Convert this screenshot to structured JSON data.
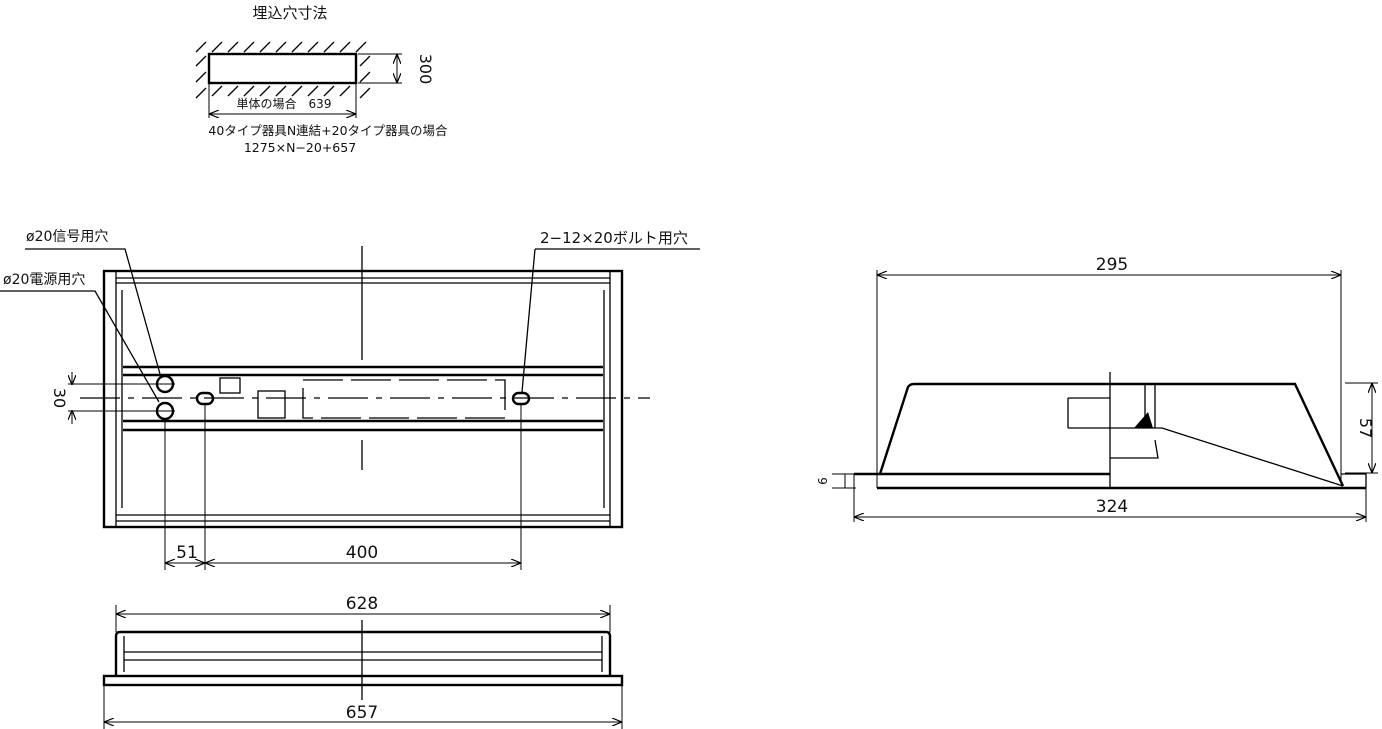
{
  "cutout": {
    "title": "埋込穴寸法",
    "height_dim": "300",
    "single_label": "単体の場合　639",
    "multi_label": "40タイプ器具N連結+20タイプ器具の場合",
    "multi_formula": "1275×N−20+657"
  },
  "top_view": {
    "signal_hole": "ø20信号用穴",
    "power_hole": "ø20電源用穴",
    "bolt_hole": "2−12×20ボルト用穴",
    "dim_30": "30",
    "dim_51": "51",
    "dim_400": "400"
  },
  "front_view": {
    "dim_628": "628",
    "dim_657": "657"
  },
  "side_view": {
    "dim_295": "295",
    "dim_57": "57",
    "dim_9": "9",
    "dim_324": "324"
  }
}
